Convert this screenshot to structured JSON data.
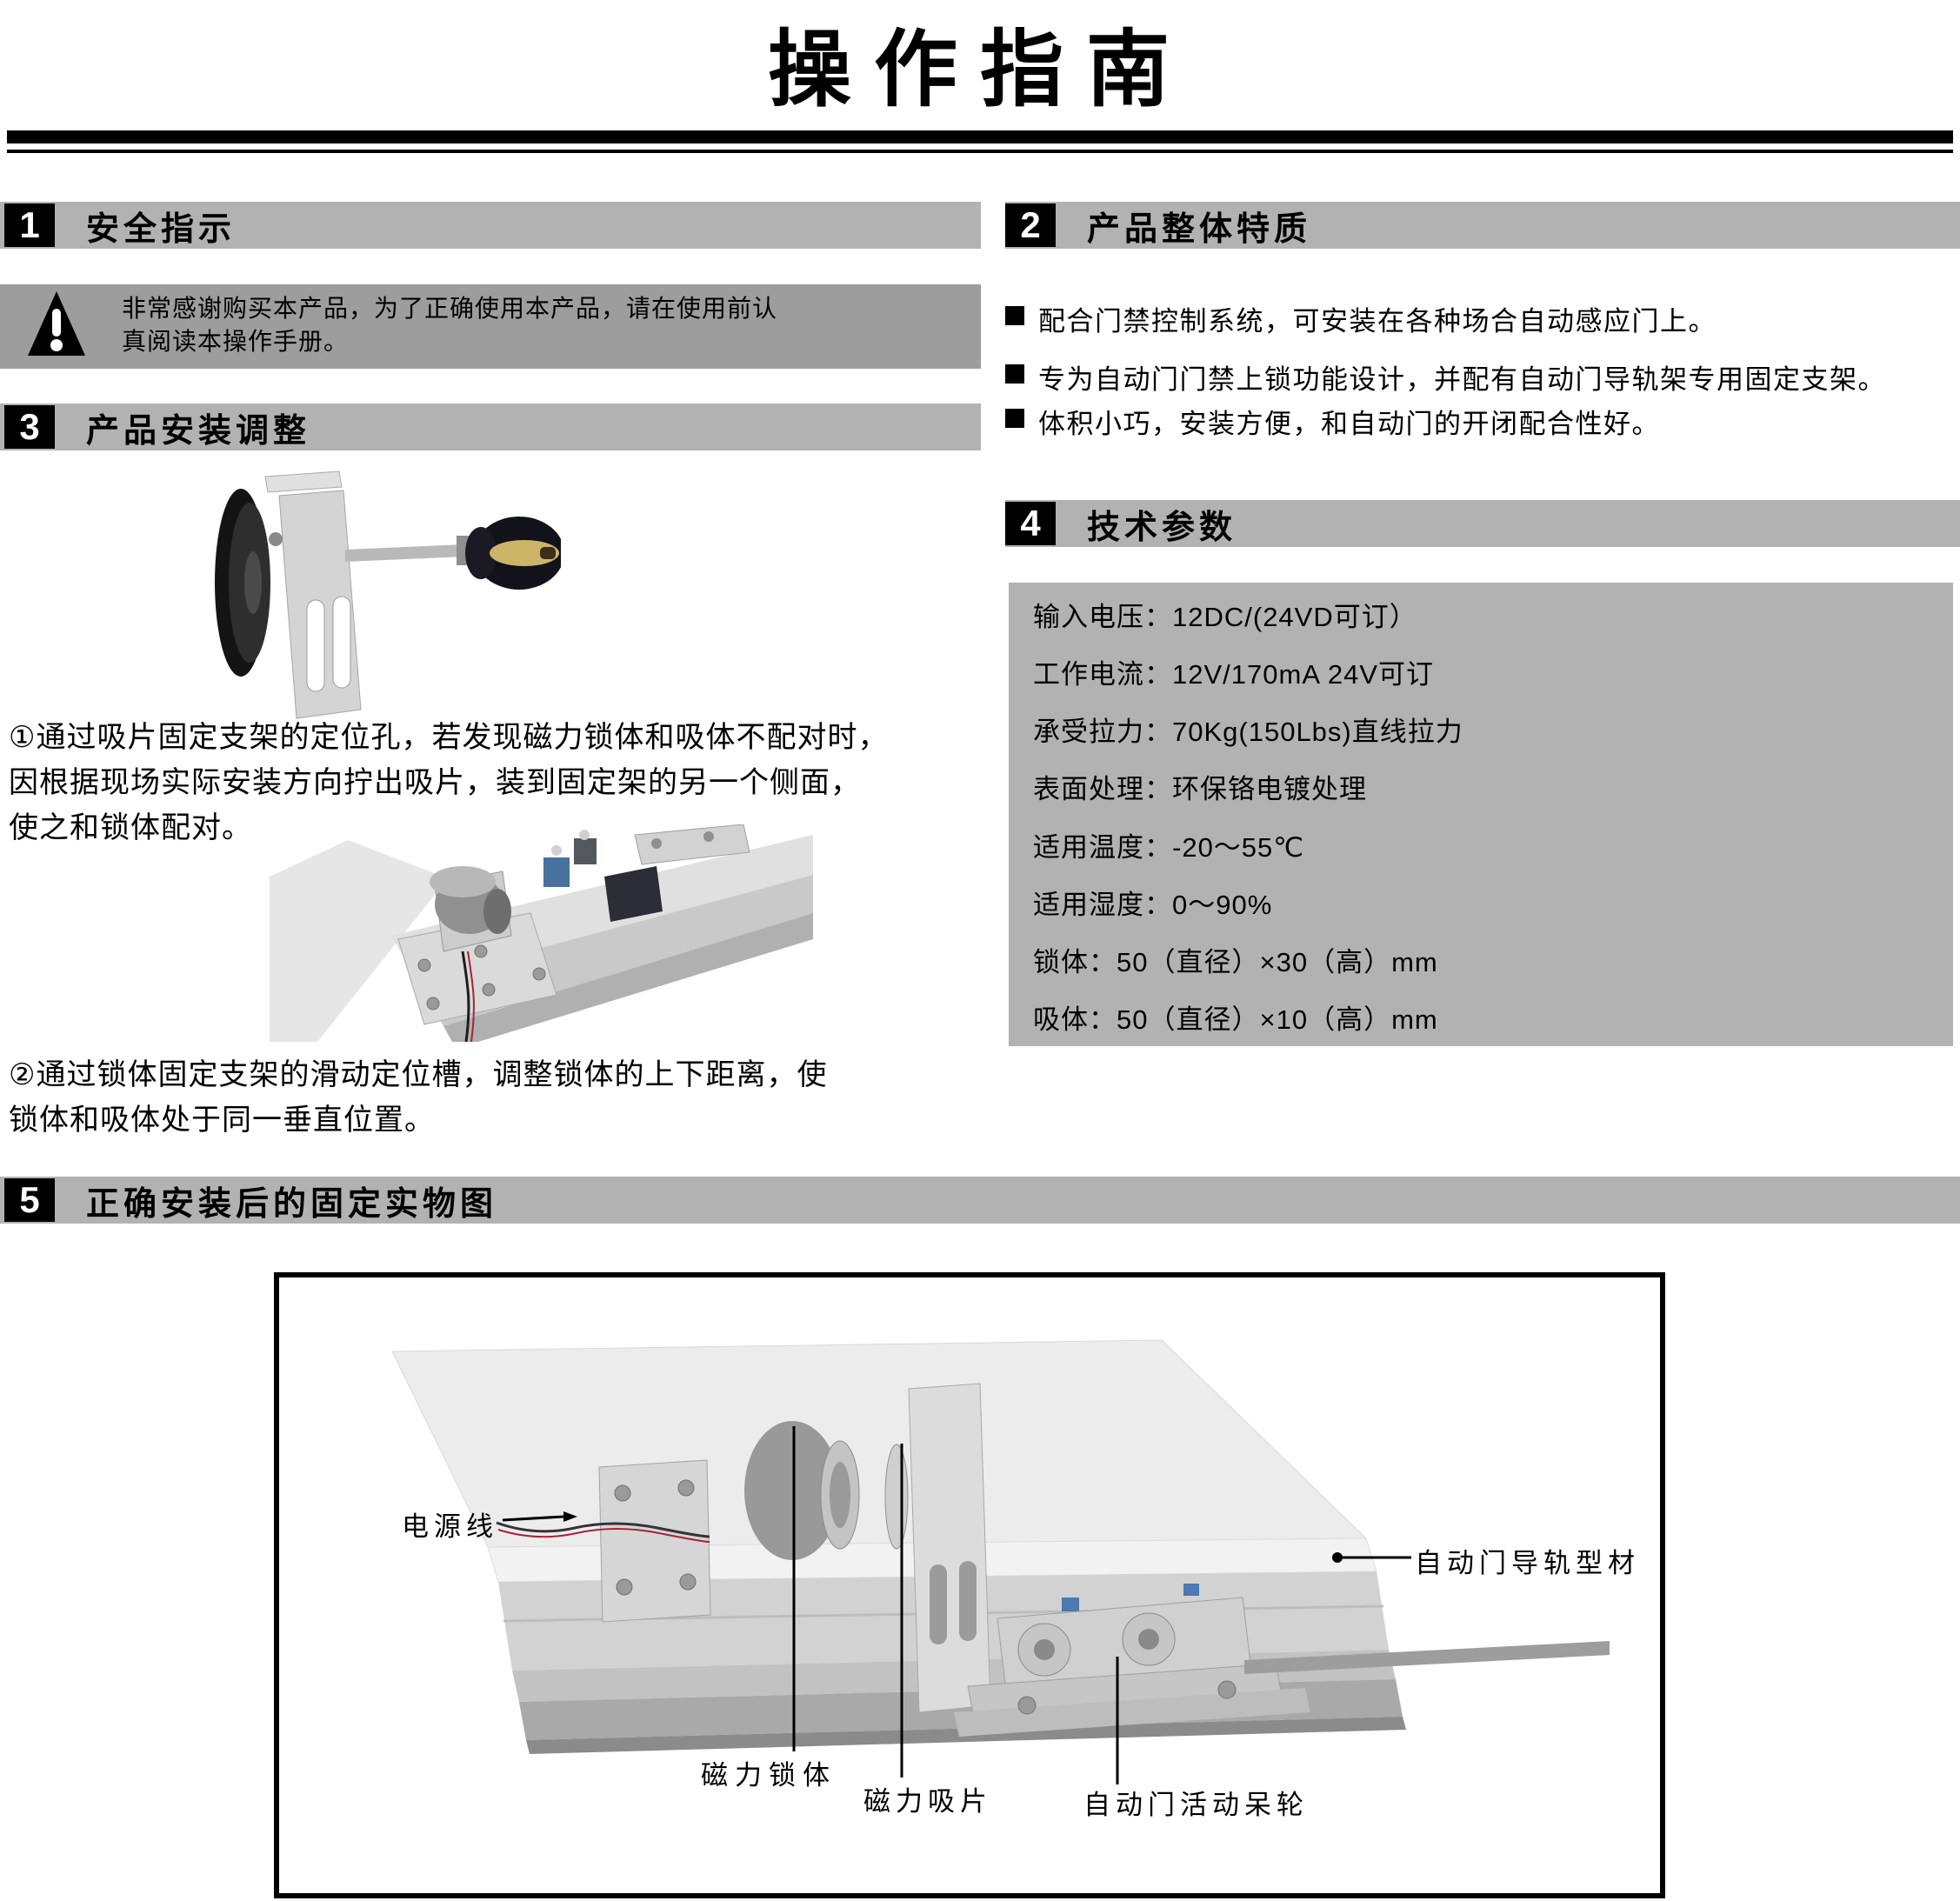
{
  "page_title": "操作指南",
  "sections": {
    "s1": {
      "num": "1",
      "title": "安全指示"
    },
    "s2": {
      "num": "2",
      "title": "产品整体特质"
    },
    "s3": {
      "num": "3",
      "title": "产品安装调整"
    },
    "s4": {
      "num": "4",
      "title": "技术参数"
    },
    "s5": {
      "num": "5",
      "title": "正确安装后的固定实物图"
    }
  },
  "warning": {
    "line1": "非常感谢购买本产品，为了正确使用本产品，请在使用前认",
    "line2": "真阅读本操作手册。"
  },
  "features": {
    "items": [
      "配合门禁控制系统，可安装在各种场合自动感应门上。",
      "专为自动门门禁上锁功能设计，并配有自动门导轨架专用固定支架。",
      "体积小巧，安装方便，和自动门的开闭配合性好。"
    ]
  },
  "specs": {
    "lines": [
      "输入电压：12DC/(24VD可订）",
      "工作电流：12V/170mA  24V可订",
      "承受拉力：70Kg(150Lbs)直线拉力",
      "表面处理：环保铬电镀处理",
      "适用温度：-20～55℃",
      "适用湿度：0～90%",
      "锁体：50（直径）×30（高）mm",
      "吸体：50（直径）×10（高）mm"
    ]
  },
  "install_steps": {
    "step1_line1": "①通过吸片固定支架的定位孔，若发现磁力锁体和吸体不配对时，",
    "step1_line2": "因根据现场实际安装方向拧出吸片，装到固定架的另一个侧面，",
    "step1_line3": "使之和锁体配对。",
    "step2_line1": "②通过锁体固定支架的滑动定位槽，调整锁体的上下距离，使",
    "step2_line2": "锁体和吸体处于同一垂直位置。"
  },
  "photo_labels": {
    "power_cable": "电源线",
    "rail_profile": "自动门导轨型材",
    "lock_body": "磁力锁体",
    "magnet_plate": "磁力吸片",
    "door_wheel": "自动门活动呆轮"
  },
  "colors": {
    "header_bar_gray": "#b2b2b2",
    "warning_box_gray": "#9d9d9d",
    "spec_box_gray": "#b2b2b2",
    "number_box_black": "#000000",
    "handle_yellow": "#cdb567",
    "roller_blue": "#4b79b0",
    "wire_red": "#aa2233"
  }
}
